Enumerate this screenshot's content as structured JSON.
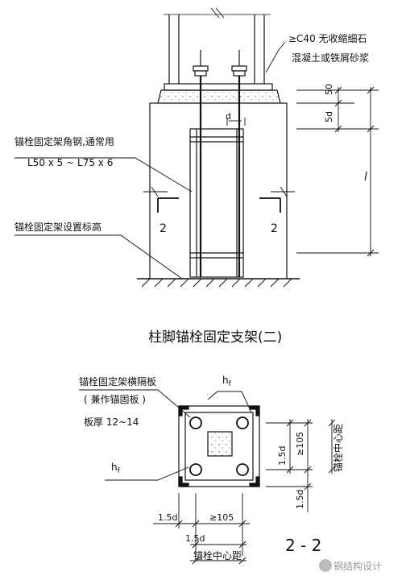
{
  "elevation": {
    "grout_note_line1": "≥C40 无收缩细石",
    "grout_note_line2": "混凝土或铁屑砂浆",
    "dim_grout": "50",
    "dim_5d": "5d",
    "dim_d": "d",
    "dim_l": "l",
    "frame_note_line1": "锚栓固定架角钢,通常用",
    "frame_note_line2": "L50 x 5 ~  L75 x 6",
    "elevation_note": "锚栓固定架设置标高",
    "section_mark_left": "2",
    "section_mark_right": "2"
  },
  "title": "柱脚锚栓固定支架(二)",
  "plan": {
    "plate_note_line1": "锚栓固定架横隔板",
    "plate_note_line2": "( 兼作锚固板 )",
    "thickness_note": "板厚 12~14",
    "weld_label_top": "h",
    "weld_label_top_sub": "f",
    "weld_label_left": "h",
    "weld_label_left_sub": "f",
    "dim_ge105_right": "≥105",
    "dim_1_5d_right_mid": "1.5d",
    "dim_1_5d_right_bottom": "1.5d",
    "dim_anchor_spacing_vertical": "锚栓中心距",
    "dim_1_5d_bottom_left": "1.5d",
    "dim_ge105_bottom": "≥105",
    "dim_1_5d_bottom_mid": "1.5d",
    "dim_anchor_spacing_horizontal": "锚栓中心距",
    "section_title": "2 - 2"
  },
  "watermark": "钢结构设计"
}
